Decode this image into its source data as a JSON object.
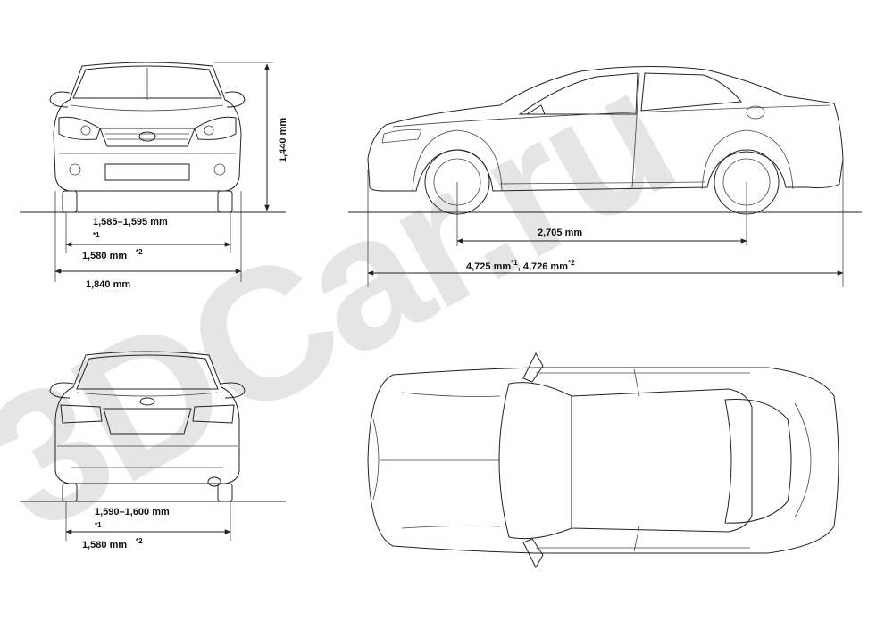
{
  "watermark": {
    "text": "3DCar.ru",
    "color": "#cfcfcf"
  },
  "front_view": {
    "track": "1,585–1,595 mm",
    "track_note": "*1",
    "track2": "1,580 mm",
    "track2_note": "*2",
    "width": "1,840 mm",
    "height": "1,440 mm"
  },
  "side_view": {
    "wheelbase": "2,705 mm",
    "length_a": "4,725 mm",
    "length_a_note": "*1",
    "length_sep": ", ",
    "length_b": "4,726 mm",
    "length_b_note": "*2"
  },
  "rear_view": {
    "track": "1,590–1,600 mm",
    "track_note": "*1",
    "track2": "1,580 mm",
    "track2_note": "*2"
  }
}
